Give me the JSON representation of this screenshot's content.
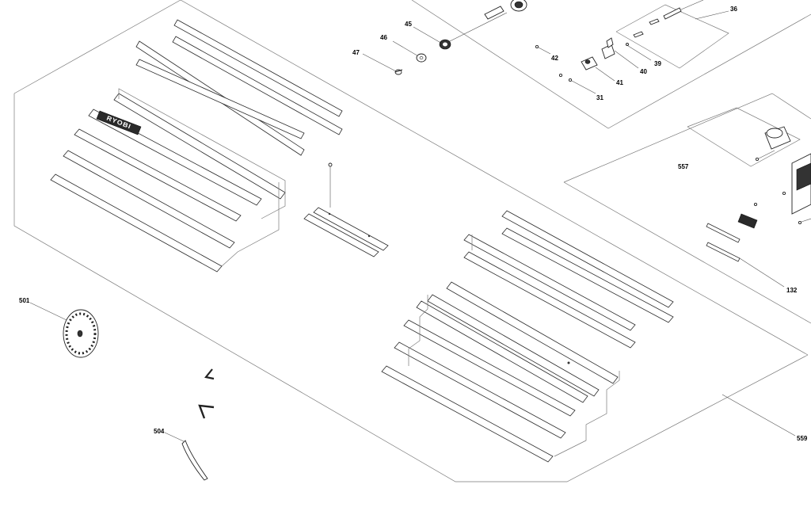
{
  "callouts": {
    "c36": "36",
    "c39": "39",
    "c40": "40",
    "c41": "41",
    "c31": "31",
    "c42": "42",
    "c45": "45",
    "c46": "46",
    "c47": "47",
    "c557": "557",
    "c132": "132",
    "c501": "501",
    "c504": "504",
    "c559": "559"
  },
  "brand": {
    "logo_text": "RYOBI"
  }
}
